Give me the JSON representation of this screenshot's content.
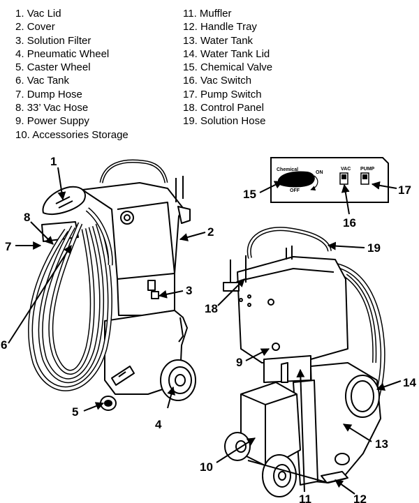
{
  "legend": {
    "left": [
      {
        "num": "1.",
        "label": "Vac Lid"
      },
      {
        "num": "2.",
        "label": "Cover"
      },
      {
        "num": "3.",
        "label": "Solution Filter"
      },
      {
        "num": "4.",
        "label": "Pneumatic Wheel"
      },
      {
        "num": "5.",
        "label": "Caster Wheel"
      },
      {
        "num": "6.",
        "label": "Vac Tank"
      },
      {
        "num": "7.",
        "label": "Dump Hose"
      },
      {
        "num": "8.",
        "label": "33’ Vac Hose"
      },
      {
        "num": "9.",
        "label": "Power Suppy"
      },
      {
        "num": "10.",
        "label": "Accessories Storage"
      }
    ],
    "right": [
      {
        "num": "11.",
        "label": "Muffler"
      },
      {
        "num": "12.",
        "label": "Handle Tray"
      },
      {
        "num": "13.",
        "label": "Water Tank"
      },
      {
        "num": "14.",
        "label": "Water Tank Lid"
      },
      {
        "num": "15.",
        "label": "Chemical Valve"
      },
      {
        "num": "16.",
        "label": "Vac Switch"
      },
      {
        "num": "17.",
        "label": "Pump Switch"
      },
      {
        "num": "18.",
        "label": "Control Panel"
      },
      {
        "num": "19.",
        "label": "Solution Hose"
      }
    ]
  },
  "control_panel": {
    "chemical_label": "Chemical",
    "on_label": "ON",
    "off_label": "OFF",
    "vac_label": "VAC",
    "pump_label": "PUMP"
  },
  "callouts": {
    "c1": "1",
    "c2": "2",
    "c3": "3",
    "c4": "4",
    "c5": "5",
    "c6": "6",
    "c7": "7",
    "c8": "8",
    "c9": "9",
    "c10": "10",
    "c11": "11",
    "c12": "12",
    "c13": "13",
    "c14": "14",
    "c15": "15",
    "c16": "16",
    "c17": "17",
    "c18": "18",
    "c19": "19"
  }
}
